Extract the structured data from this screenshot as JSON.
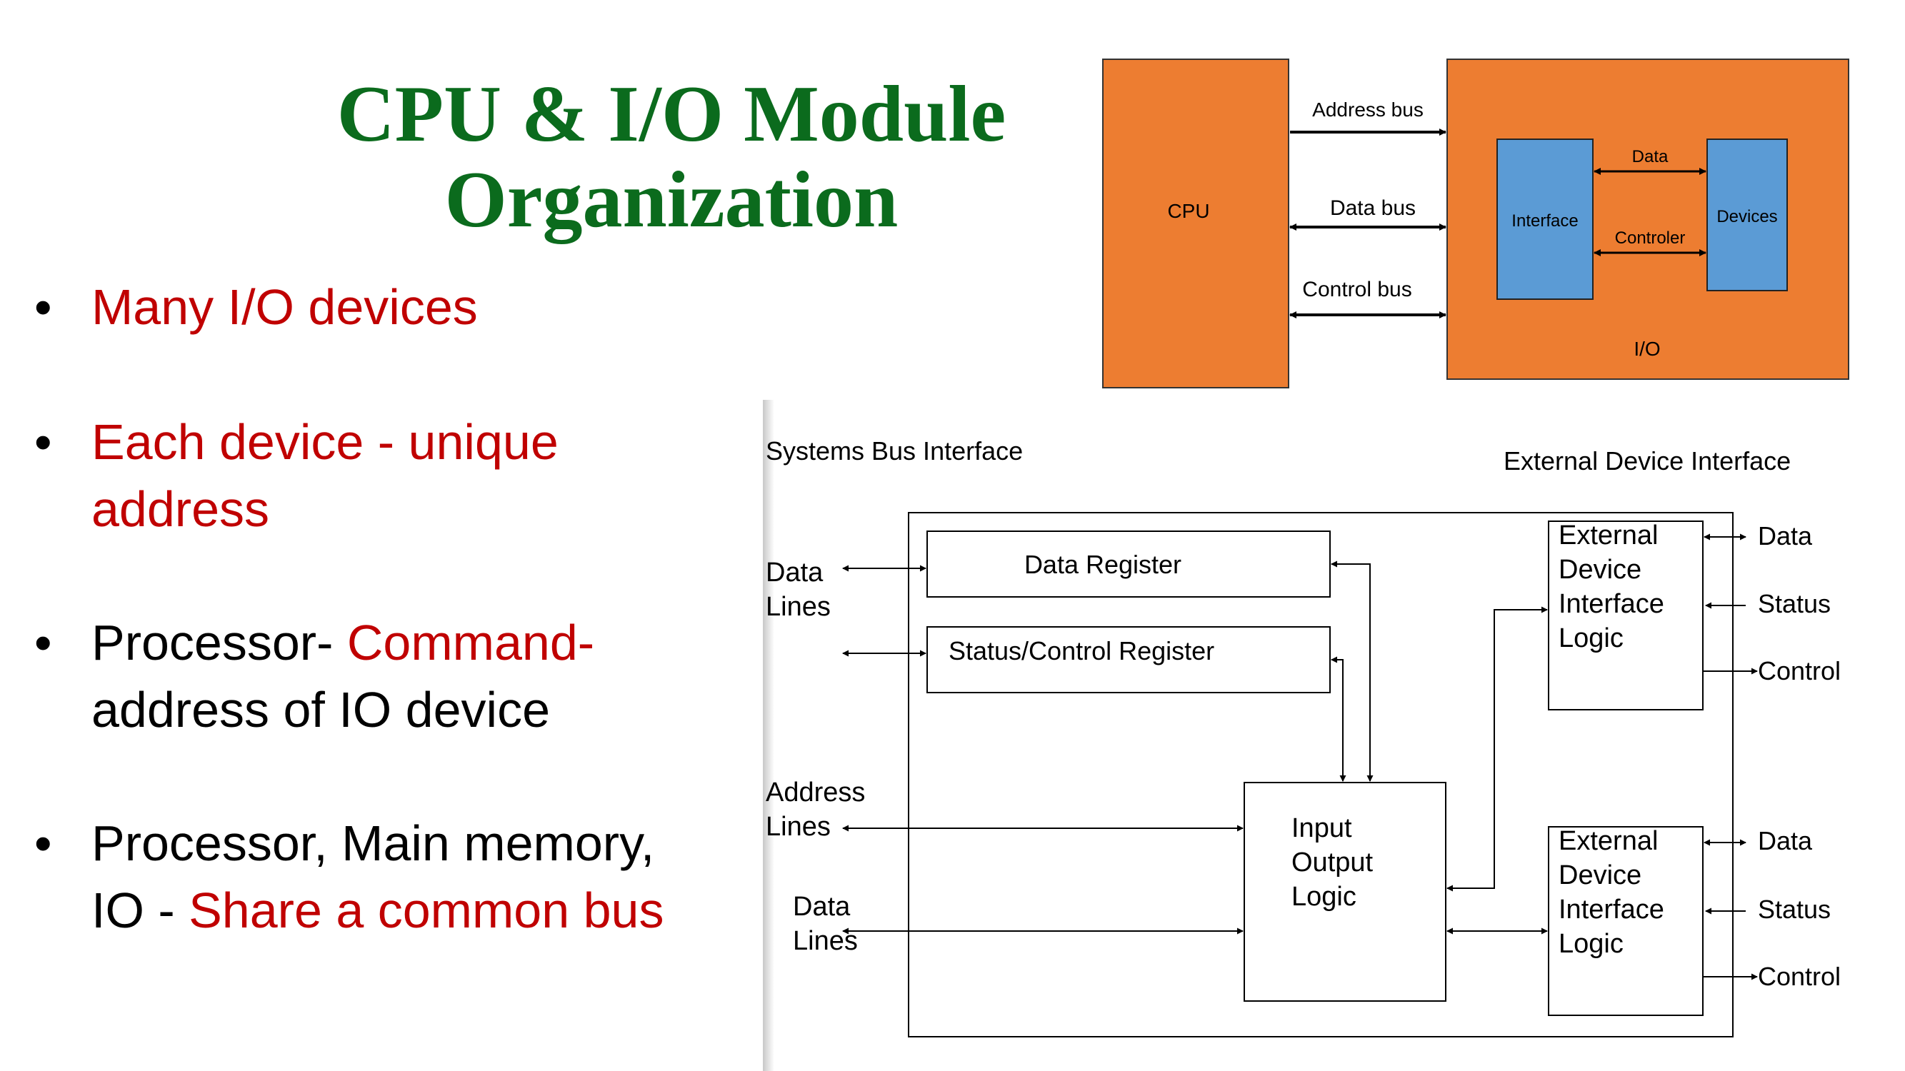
{
  "title": {
    "line1": "CPU & I/O Module",
    "line2": "Organization"
  },
  "bullets": [
    {
      "red": "Many I/O devices"
    },
    {
      "red_line1": "Each device - unique",
      "red_line2": "address"
    },
    {
      "black": "Processor- ",
      "red": "Command-",
      "black_line2": "address of IO device"
    },
    {
      "black_line1": "Processor, Main memory,",
      "black": "IO - ",
      "red": "Share a common bus"
    }
  ],
  "top_diagram": {
    "cpu": "CPU",
    "io": "I/O",
    "interface": "Interface",
    "devices": "Devices",
    "inner_data": "Data",
    "inner_control": "Controler",
    "address_bus": "Address bus",
    "data_bus": "Data bus",
    "control_bus": "Control bus",
    "colors": {
      "block": "#ed7d31",
      "inner": "#5b9bd5"
    }
  },
  "module_diagram": {
    "systems_bus_interface": "Systems Bus Interface",
    "external_device_interface": "External Device Interface",
    "data_register": "Data Register",
    "status_control_register": "Status/Control Register",
    "io_logic": [
      "Input",
      "Output",
      "Logic"
    ],
    "edil": [
      "External",
      "Device",
      "Interface",
      "Logic"
    ],
    "data_lines": [
      "Data",
      "Lines"
    ],
    "address_lines": [
      "Address",
      "Lines"
    ],
    "data_lines_2": [
      "Data",
      "Lines"
    ],
    "ext_signals": [
      "Data",
      "Status",
      "Control"
    ]
  }
}
